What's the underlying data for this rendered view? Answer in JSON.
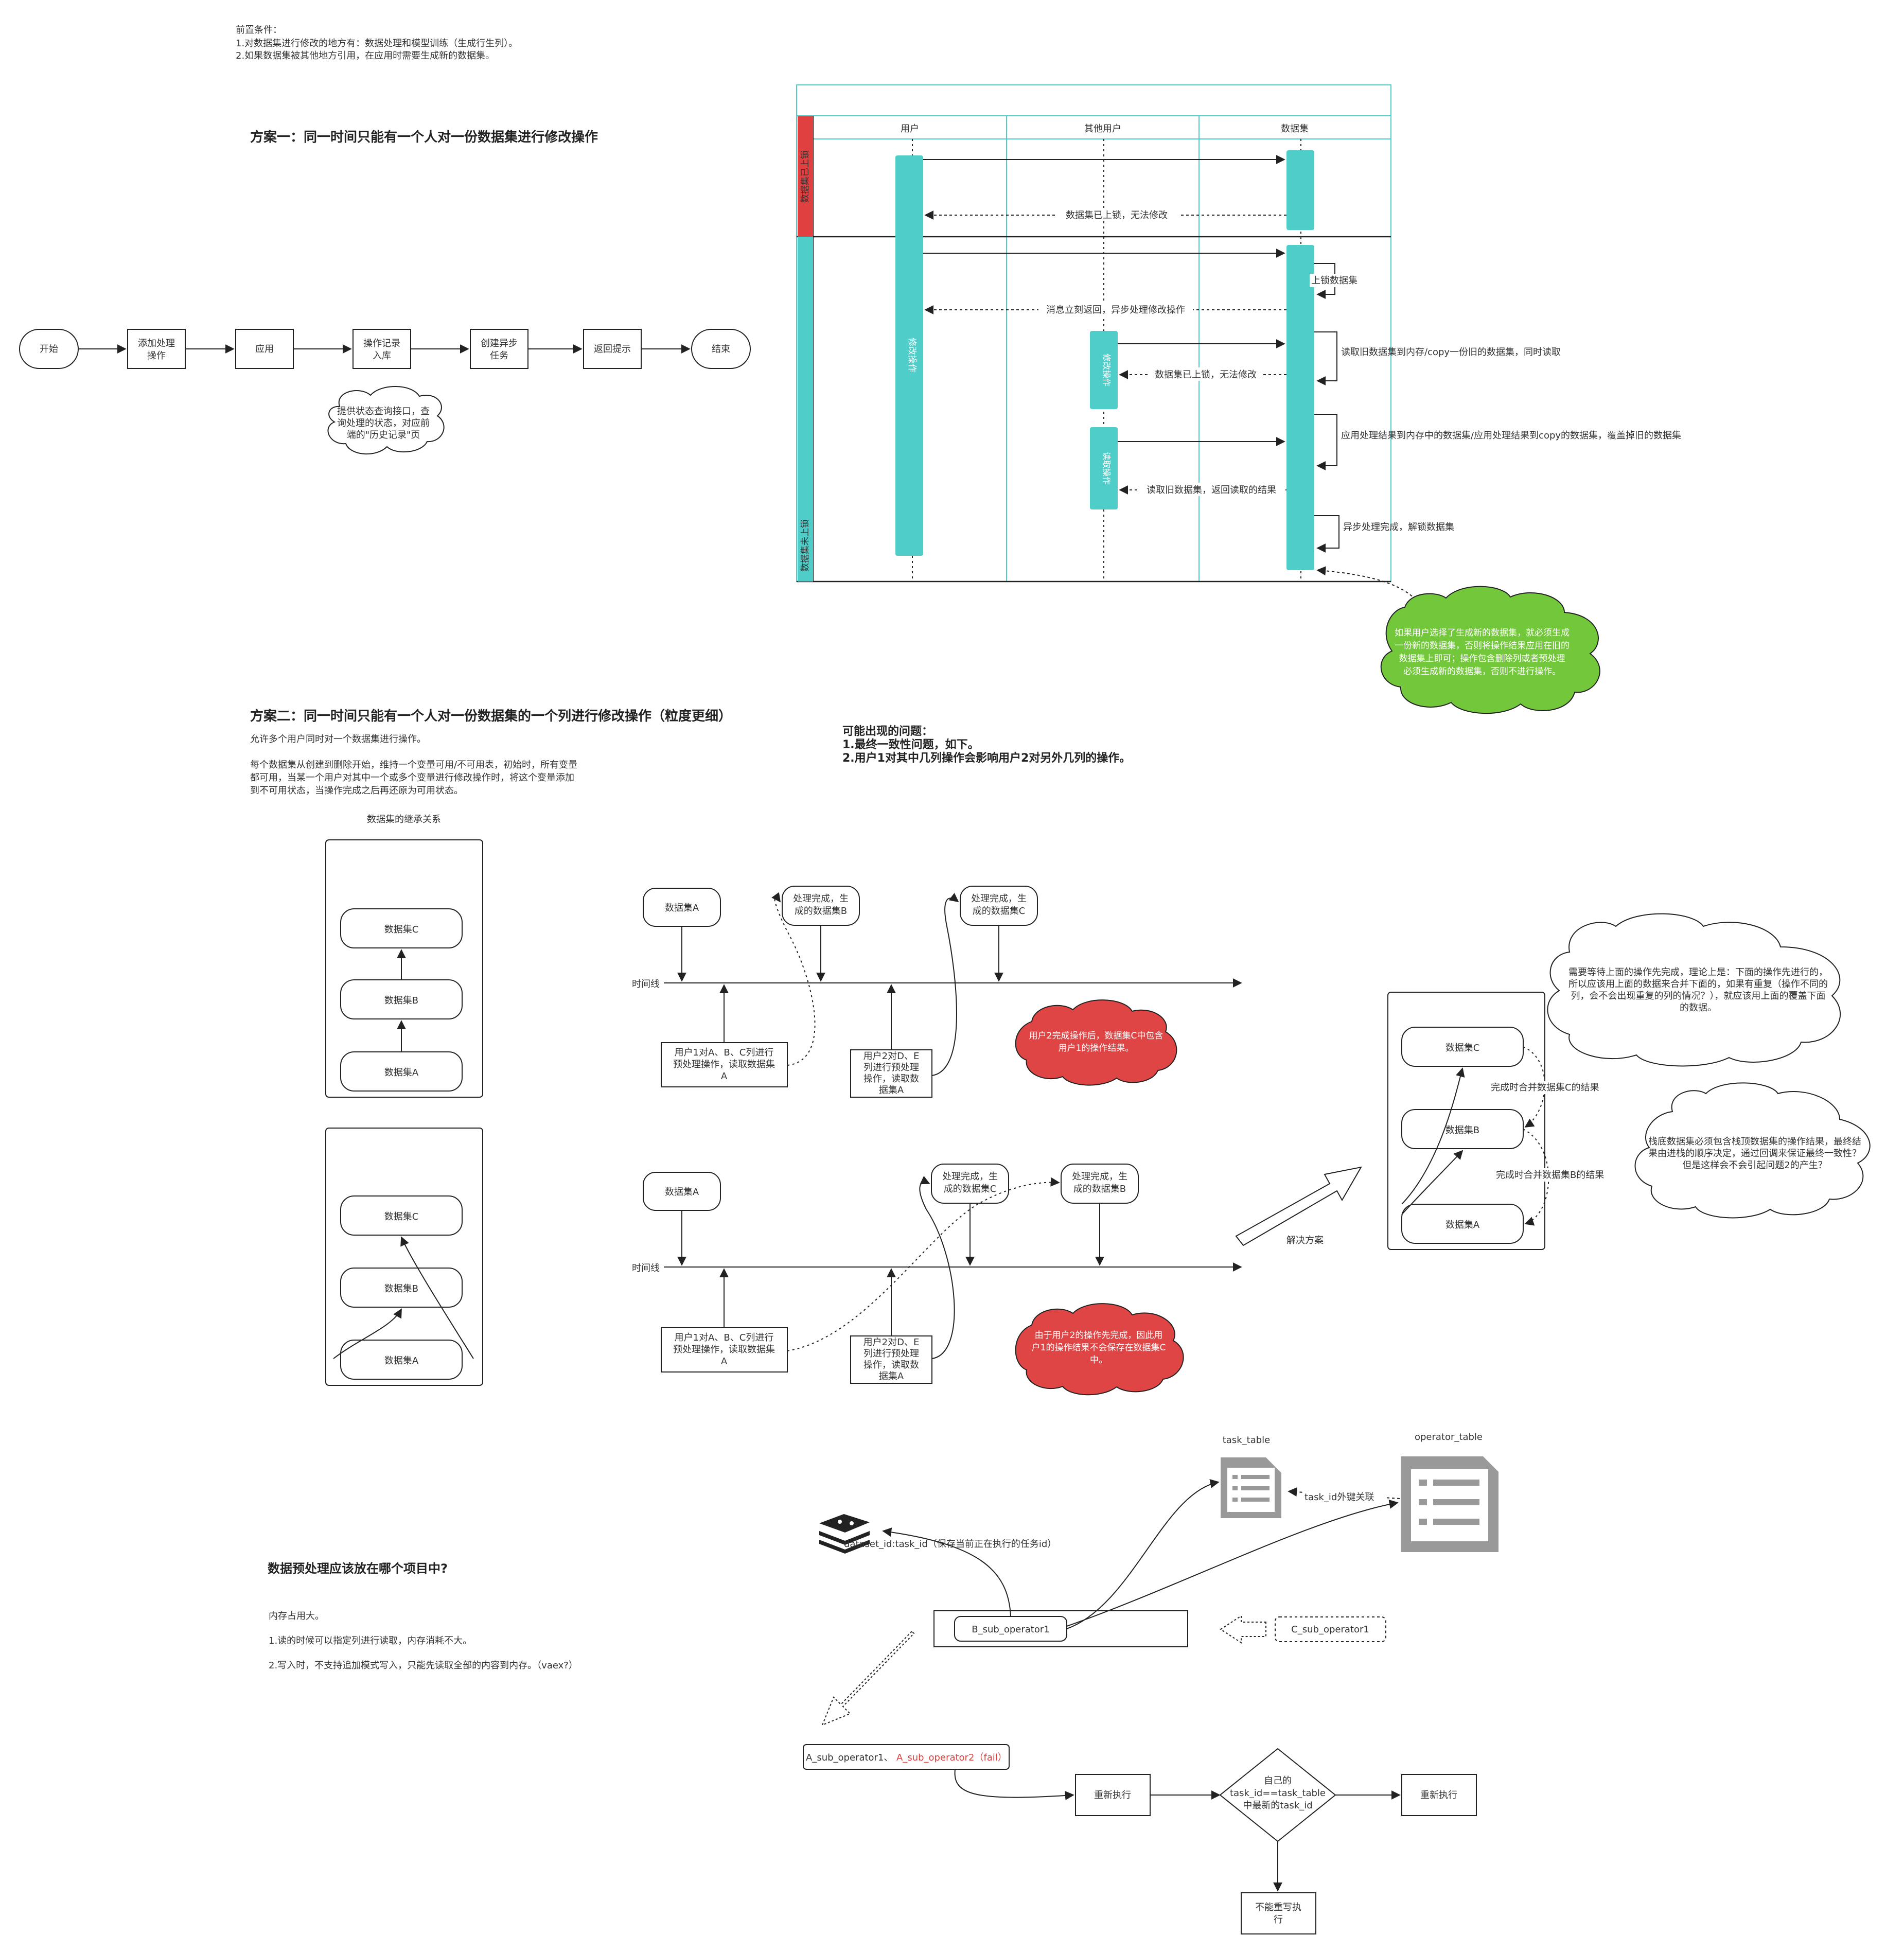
{
  "preconditions": {
    "title": "前置条件：",
    "line1": "1.对数据集进行修改的地方有：数据处理和模型训练（生成行生列）。",
    "line2": "2.如果数据集被其他地方引用，在应用时需要生成新的数据集。"
  },
  "plan1": {
    "title": "方案一：同一时间只能有一个人对一份数据集进行修改操作",
    "flow": [
      "开始",
      "添加处理操作",
      "应用",
      "操作记录入库",
      "创建异步任务",
      "返回提示",
      "结束"
    ],
    "cloud_note": [
      "提供状态查询接口，查",
      "询处理的状态，对应前",
      "端的\"历史记录\"页"
    ]
  },
  "sequence": {
    "lanes": [
      "用户",
      "其他用户",
      "数据集"
    ],
    "side_label_top": "数据集已上锁",
    "side_label_bottom": "数据集未上锁",
    "activation_user": "修改操作",
    "activation_other1": "修改操作",
    "activation_other2": "读取操作",
    "msg_locked": "数据集已上锁，无法修改",
    "msg_lock": "上锁数据集",
    "msg_async_return": "消息立刻返回，异步处理修改操作",
    "msg_read_old": "读取旧数据集到内存/copy一份旧的数据集，同时读取",
    "msg_other_locked": "数据集已上锁，无法修改",
    "msg_apply": "应用处理结果到内存中的数据集/应用处理结果到copy的数据集，覆盖掉旧的数据集",
    "msg_read_old_return": "读取旧数据集，返回读取的结果",
    "msg_unlock": "异步处理完成，解锁数据集",
    "green_note": [
      "如果用户选择了生成新的数据集，就必须生成",
      "一份新的数据集，否则将操作结果应用在旧的",
      "数据集上即可；操作包含删除列或者预处理",
      "必须生成新的数据集，否则不进行操作。"
    ]
  },
  "plan2": {
    "title": "方案二：同一时间只能有一个人对一份数据集的一个列进行修改操作（粒度更细）",
    "desc1": "允许多个用户同时对一个数据集进行操作。",
    "desc2": [
      "每个数据集从创建到删除开始，维持一个变量可用/不可用表，初始时，所有变量",
      "都可用，当某一个用户对其中一个或多个变量进行修改操作时，将这个变量添加",
      "到不可用状态，当操作完成之后再还原为可用状态。"
    ],
    "inherit_title": "数据集的继承关系",
    "dsA": "数据集A",
    "dsB": "数据集B",
    "dsC": "数据集C",
    "issues_title": "可能出现的问题：",
    "issue1": "1.最终一致性问题，如下。",
    "issue2": "2.用户1对其中几列操作会影响用户2对另外几列的操作。",
    "timeline": "时间线",
    "done_B": [
      "处理完成，生",
      "成的数据集B"
    ],
    "done_C": [
      "处理完成，生",
      "成的数据集C"
    ],
    "user1_op": [
      "用户1对A、B、C列进行",
      "预处理操作，读取数据集",
      "A"
    ],
    "user2_op": [
      "用户2对D、E",
      "列进行预处理",
      "操作，读取数",
      "据集A"
    ],
    "red_note1": [
      "用户2完成操作后，数据集C中包含",
      "用户1的操作结果。"
    ],
    "red_note2": [
      "由于用户2的操作先完成，因此用",
      "户1的操作结果不会保存在数据集C",
      "中。"
    ],
    "solution": "解决方案",
    "merge_C": "完成时合并数据集C的结果",
    "merge_B": "完成时合并数据集B的结果",
    "cloud_right1": [
      "需要等待上面的操作先完成，理论上是：下面的操作先进行的，",
      "所以应该用上面的数据来合并下面的，如果有重复（操作不同的",
      "列，会不会出现重复的列的情况？），就应该用上面的覆盖下面",
      "的数据。"
    ],
    "cloud_right2": [
      "栈底数据集必须包含栈顶数据集的操作结果，最终结",
      "果由进栈的顺序决定，通过回调来保证最终一致性？",
      "但是这样会不会引起问题2的产生？"
    ]
  },
  "preprocess": {
    "title": "数据预处理应该放在哪个项目中?",
    "line1": "内存占用大。",
    "line2": "1.读的时候可以指定列进行读取，内存消耗不大。",
    "line3": "2.写入时，不支持追加模式写入，只能先读取全部的内容到内存。（vaex?）"
  },
  "tasks": {
    "task_table": "task_table",
    "operator_table": "operator_table",
    "fk": "task_id外键关联",
    "redis": "dataset_id:task_id（保存当前正在执行的任务id）",
    "b_sub": "B_sub_operator1",
    "c_sub": "C_sub_operator1",
    "a_sub_ok": "A_sub_operator1、",
    "a_sub_fail": "A_sub_operator2（fail）",
    "rerun1": "重新执行",
    "decision": [
      "自己的",
      "task_id==task_table",
      "中最新的task_id"
    ],
    "rerun2": "重新执行",
    "cannot": [
      "不能重写执",
      "行"
    ]
  },
  "colors": {
    "teal": "#4ecdc9",
    "red_bar": "#e04040",
    "green": "#72c83a",
    "red_cloud": "#e04545",
    "fail_text": "#d9413f",
    "table_icon": "#999999"
  }
}
